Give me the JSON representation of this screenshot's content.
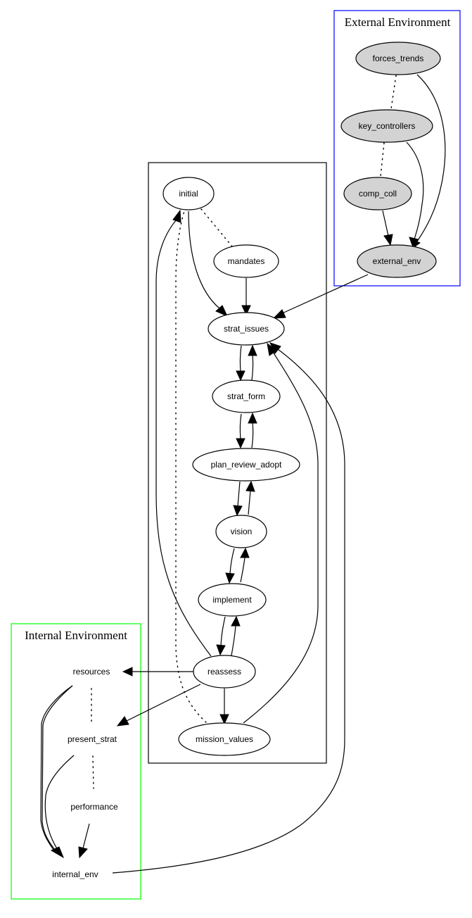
{
  "diagram": {
    "clusters": [
      {
        "id": "external",
        "title": "External Environment",
        "border_color": "#0000ff"
      },
      {
        "id": "main",
        "title": "",
        "border_color": "#000000"
      },
      {
        "id": "internal",
        "title": "Internal Environment",
        "border_color": "#00ff00"
      }
    ],
    "nodes": [
      {
        "id": "forces_trends",
        "label": "forces_trends",
        "cluster": "external",
        "shape": "ellipse",
        "fill": "#d3d3d3"
      },
      {
        "id": "key_controllers",
        "label": "key_controllers",
        "cluster": "external",
        "shape": "ellipse",
        "fill": "#d3d3d3"
      },
      {
        "id": "comp_coll",
        "label": "comp_coll",
        "cluster": "external",
        "shape": "ellipse",
        "fill": "#d3d3d3"
      },
      {
        "id": "external_env",
        "label": "external_env",
        "cluster": "external",
        "shape": "ellipse",
        "fill": "#d3d3d3"
      },
      {
        "id": "initial",
        "label": "initial",
        "cluster": "main",
        "shape": "ellipse",
        "fill": "#ffffff"
      },
      {
        "id": "mandates",
        "label": "mandates",
        "cluster": "main",
        "shape": "ellipse",
        "fill": "#ffffff"
      },
      {
        "id": "strat_issues",
        "label": "strat_issues",
        "cluster": "main",
        "shape": "ellipse",
        "fill": "#ffffff"
      },
      {
        "id": "strat_form",
        "label": "strat_form",
        "cluster": "main",
        "shape": "ellipse",
        "fill": "#ffffff"
      },
      {
        "id": "plan_review_adopt",
        "label": "plan_review_adopt",
        "cluster": "main",
        "shape": "ellipse",
        "fill": "#ffffff"
      },
      {
        "id": "vision",
        "label": "vision",
        "cluster": "main",
        "shape": "ellipse",
        "fill": "#ffffff"
      },
      {
        "id": "implement",
        "label": "implement",
        "cluster": "main",
        "shape": "ellipse",
        "fill": "#ffffff"
      },
      {
        "id": "reassess",
        "label": "reassess",
        "cluster": "main",
        "shape": "ellipse",
        "fill": "#ffffff"
      },
      {
        "id": "mission_values",
        "label": "mission_values",
        "cluster": "main",
        "shape": "ellipse",
        "fill": "#ffffff"
      },
      {
        "id": "resources",
        "label": "resources",
        "cluster": "internal",
        "shape": "plaintext",
        "fill": "none"
      },
      {
        "id": "present_strat",
        "label": "present_strat",
        "cluster": "internal",
        "shape": "plaintext",
        "fill": "none"
      },
      {
        "id": "performance",
        "label": "performance",
        "cluster": "internal",
        "shape": "plaintext",
        "fill": "none"
      },
      {
        "id": "internal_env",
        "label": "internal_env",
        "cluster": "internal",
        "shape": "plaintext",
        "fill": "none"
      }
    ],
    "edges": [
      {
        "from": "forces_trends",
        "to": "key_controllers",
        "style": "dotted",
        "arrow": false
      },
      {
        "from": "key_controllers",
        "to": "comp_coll",
        "style": "dotted",
        "arrow": false
      },
      {
        "from": "forces_trends",
        "to": "external_env",
        "style": "solid",
        "arrow": true
      },
      {
        "from": "key_controllers",
        "to": "external_env",
        "style": "solid",
        "arrow": true
      },
      {
        "from": "comp_coll",
        "to": "external_env",
        "style": "solid",
        "arrow": true
      },
      {
        "from": "external_env",
        "to": "strat_issues",
        "style": "solid",
        "arrow": true
      },
      {
        "from": "initial",
        "to": "mandates",
        "style": "dotted",
        "arrow": false
      },
      {
        "from": "initial",
        "to": "strat_issues",
        "style": "solid",
        "arrow": true
      },
      {
        "from": "mandates",
        "to": "strat_issues",
        "style": "solid",
        "arrow": true
      },
      {
        "from": "strat_issues",
        "to": "strat_form",
        "style": "solid",
        "arrow": true
      },
      {
        "from": "strat_form",
        "to": "strat_issues",
        "style": "solid",
        "arrow": true
      },
      {
        "from": "strat_form",
        "to": "plan_review_adopt",
        "style": "solid",
        "arrow": true
      },
      {
        "from": "plan_review_adopt",
        "to": "strat_form",
        "style": "solid",
        "arrow": true
      },
      {
        "from": "plan_review_adopt",
        "to": "vision",
        "style": "solid",
        "arrow": true
      },
      {
        "from": "vision",
        "to": "plan_review_adopt",
        "style": "solid",
        "arrow": true
      },
      {
        "from": "vision",
        "to": "implement",
        "style": "solid",
        "arrow": true
      },
      {
        "from": "implement",
        "to": "vision",
        "style": "solid",
        "arrow": true
      },
      {
        "from": "implement",
        "to": "reassess",
        "style": "solid",
        "arrow": true
      },
      {
        "from": "reassess",
        "to": "implement",
        "style": "solid",
        "arrow": true
      },
      {
        "from": "reassess",
        "to": "initial",
        "style": "solid",
        "arrow": true
      },
      {
        "from": "reassess",
        "to": "mission_values",
        "style": "solid",
        "arrow": true
      },
      {
        "from": "reassess",
        "to": "resources",
        "style": "solid",
        "arrow": true
      },
      {
        "from": "reassess",
        "to": "present_strat",
        "style": "solid",
        "arrow": true
      },
      {
        "from": "mission_values",
        "to": "initial",
        "style": "dotted",
        "arrow": false
      },
      {
        "from": "mission_values",
        "to": "strat_issues",
        "style": "solid",
        "arrow": true
      },
      {
        "from": "resources",
        "to": "present_strat",
        "style": "dotted",
        "arrow": false
      },
      {
        "from": "present_strat",
        "to": "performance",
        "style": "dotted",
        "arrow": false
      },
      {
        "from": "resources",
        "to": "internal_env",
        "style": "solid",
        "arrow": true
      },
      {
        "from": "present_strat",
        "to": "internal_env",
        "style": "solid",
        "arrow": true
      },
      {
        "from": "performance",
        "to": "internal_env",
        "style": "solid",
        "arrow": true
      },
      {
        "from": "internal_env",
        "to": "strat_issues",
        "style": "solid",
        "arrow": true
      }
    ]
  }
}
